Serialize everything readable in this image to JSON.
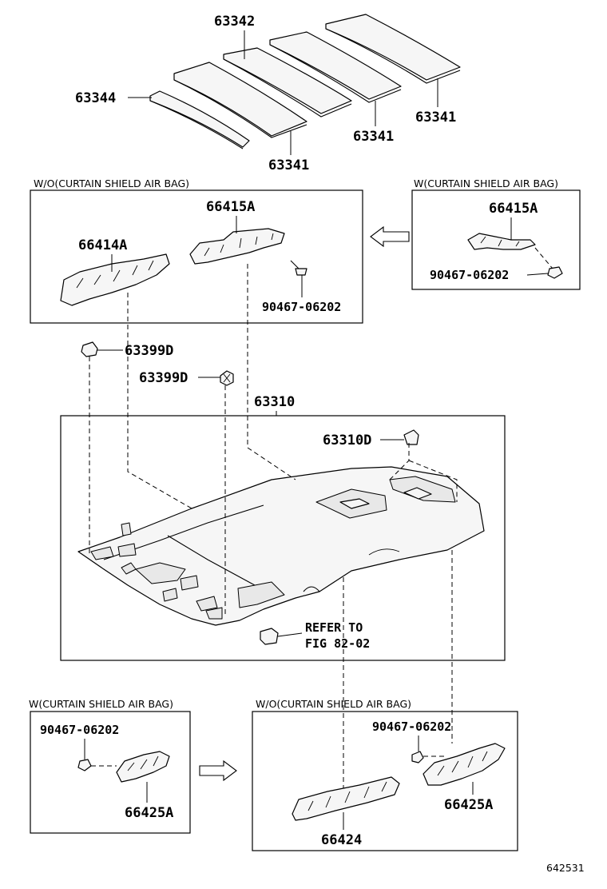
{
  "parts": {
    "p63342": "63342",
    "p63344": "63344",
    "p63341_right": "63341",
    "p63341_mid": "63341",
    "p63341_left": "63341",
    "p66415A_left": "66415A",
    "p66414A": "66414A",
    "p90467_top_left": "90467-06202",
    "p66415A_right": "66415A",
    "p90467_top_right": "90467-06202",
    "p63399D_upper": "63399D",
    "p63399D_lower": "63399D",
    "p63310": "63310",
    "p63310D": "63310D",
    "refer_line1": "REFER TO",
    "refer_line2": "FIG 82-02",
    "p90467_bottom_left": "90467-06202",
    "p66425A_left": "66425A",
    "p90467_bottom_right": "90467-06202",
    "p66425A_right": "66425A",
    "p66424": "66424"
  },
  "captions": {
    "wo_top": "W/O(CURTAIN SHIELD AIR BAG)",
    "w_top": "W(CURTAIN SHIELD AIR BAG)",
    "w_bottom": "W(CURTAIN SHIELD AIR BAG)",
    "wo_bottom": "W/O(CURTAIN SHIELD AIR BAG)"
  },
  "figure_id": "642531"
}
